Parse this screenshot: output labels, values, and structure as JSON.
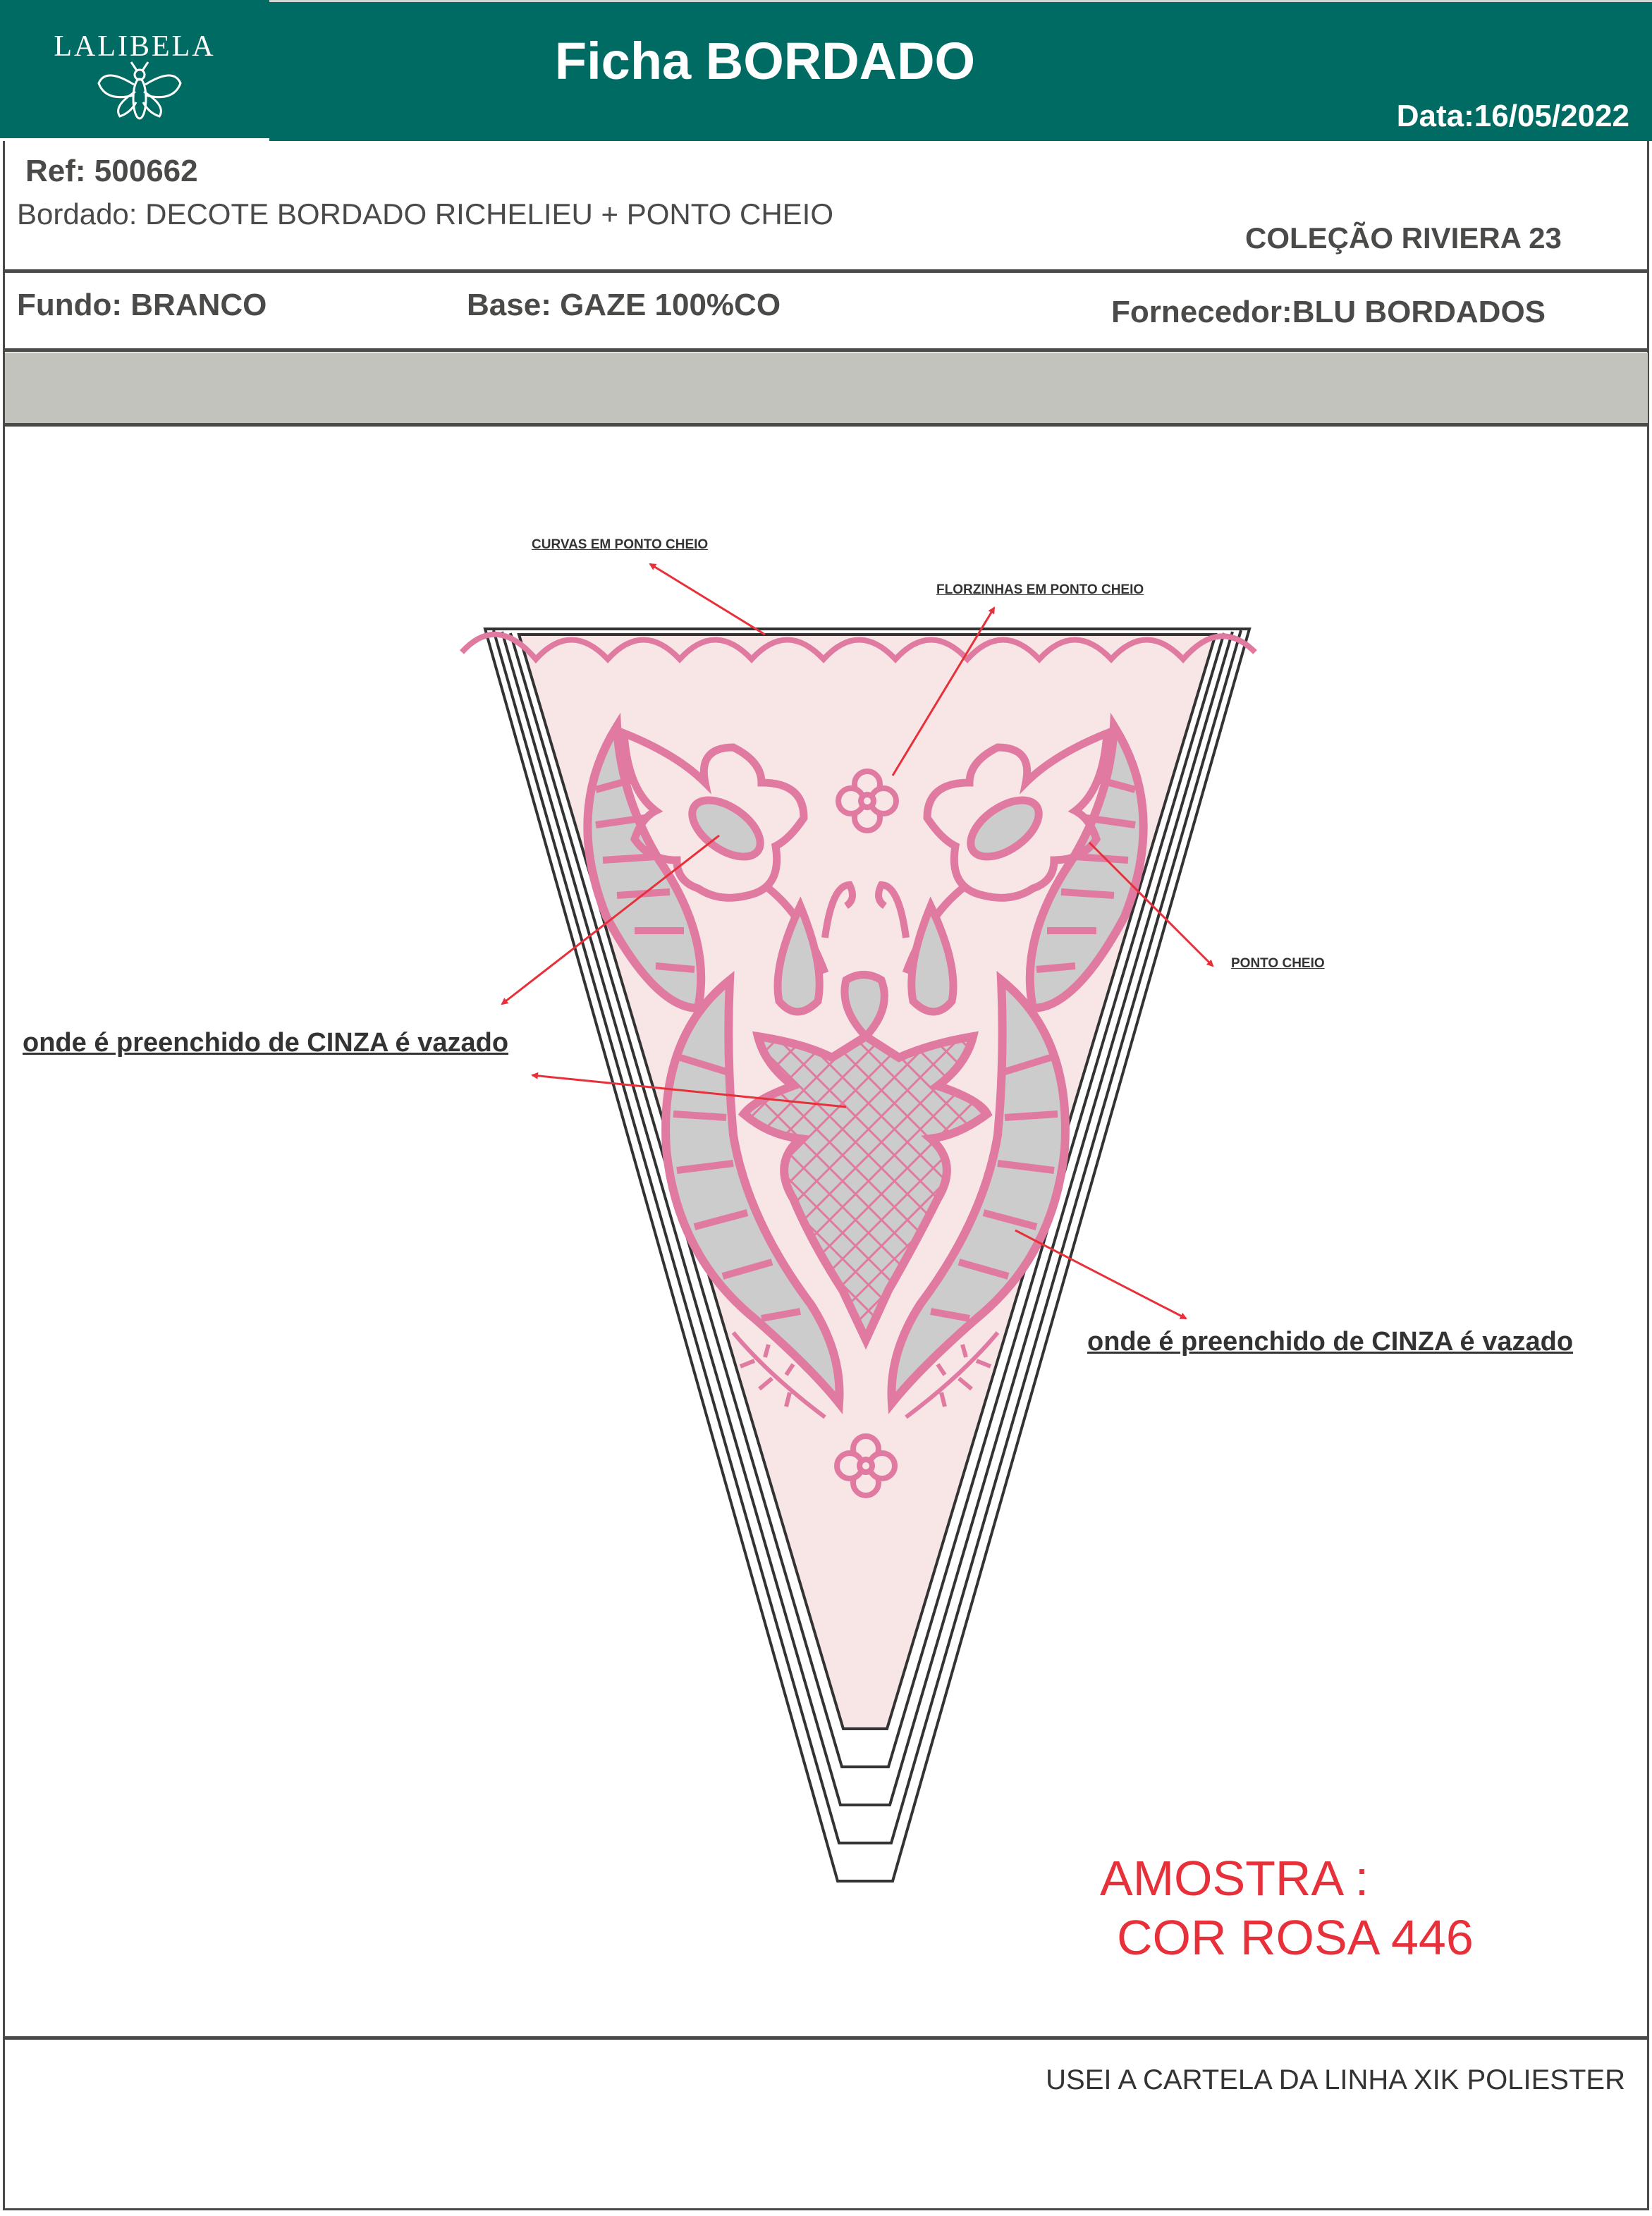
{
  "header": {
    "brand": "LALIBELA",
    "brand_icon": "bee-icon",
    "title": "Ficha BORDADO",
    "date": "Data:16/05/2022",
    "color": "#006b63"
  },
  "info": {
    "ref": "Ref: 500662",
    "bordado": "Bordado:  DECOTE BORDADO RICHELIEU + PONTO CHEIO",
    "colecao": "COLEÇÃO RIVIERA 23",
    "fundo": "Fundo: BRANCO",
    "base": "Base: GAZE 100%CO",
    "fornecedor": "Fornecedor:BLU BORDADOS"
  },
  "drawing": {
    "labels": {
      "curvas": "CURVAS EM PONTO CHEIO",
      "florzinhas": "FLORZINHAS EM PONTO CHEIO",
      "ponto_cheio": "PONTO CHEIO",
      "cinza_left": "onde é preenchido de CINZA é vazado",
      "cinza_right": "onde é preenchido de CINZA é vazado"
    },
    "amostra_line1": "AMOSTRA :",
    "amostra_line2": "COR ROSA 446",
    "colors": {
      "embroidery": "#e07aa0",
      "fabric": "#f8e6e7",
      "cutout": "#cccccc",
      "arrow": "#e8303a"
    }
  },
  "footer": {
    "note": "USEI A CARTELA DA LINHA XIK POLIESTER"
  }
}
